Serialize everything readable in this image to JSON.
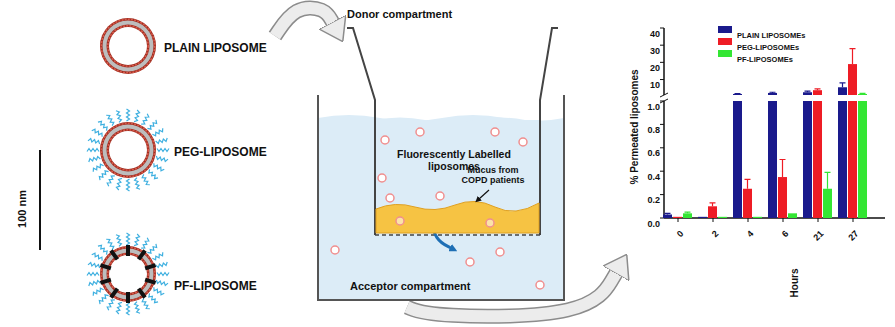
{
  "diagram": {
    "nodes": [
      {
        "text": [
          "PLAIN LIPOSOME"
        ]
      },
      {
        "text": [
          "PEG-LIPOSOME"
        ]
      },
      {
        "text": [
          "PF-LIPOSOME"
        ]
      },
      {
        "text": [
          "Acceptor compartment"
        ]
      },
      {
        "text": [
          "Donor compartment",
          "Fluorescently Labelled liposomes"
        ],
        "in": 3
      },
      {
        "text": [
          "Mucus from COPD patients"
        ],
        "in": 4
      },
      {
        "text": [
          "% Permeated liposomes",
          "Hours"
        ]
      }
    ],
    "edges": [
      {
        "from": 0,
        "to": 4,
        "arrow": "to"
      },
      {
        "from": 3,
        "to": 6,
        "arrow": "to"
      }
    ],
    "labels": [
      "100 nm",
      "40",
      "30",
      "20",
      "10",
      "1.0",
      "0.8",
      "0.6",
      "0.4",
      "0.2",
      "0.0",
      "0",
      "2",
      "4",
      "6",
      "21",
      "27"
    ],
    "legend": [
      {
        "text": "PLAIN LIPOSOMEs",
        "color": "#1a1a8c"
      },
      {
        "text": "PEG-LIPOSOMEs",
        "color": "#ee1c25"
      },
      {
        "text": "PF-LIPOSOMEs",
        "color": "#33e633"
      }
    ]
  }
}
